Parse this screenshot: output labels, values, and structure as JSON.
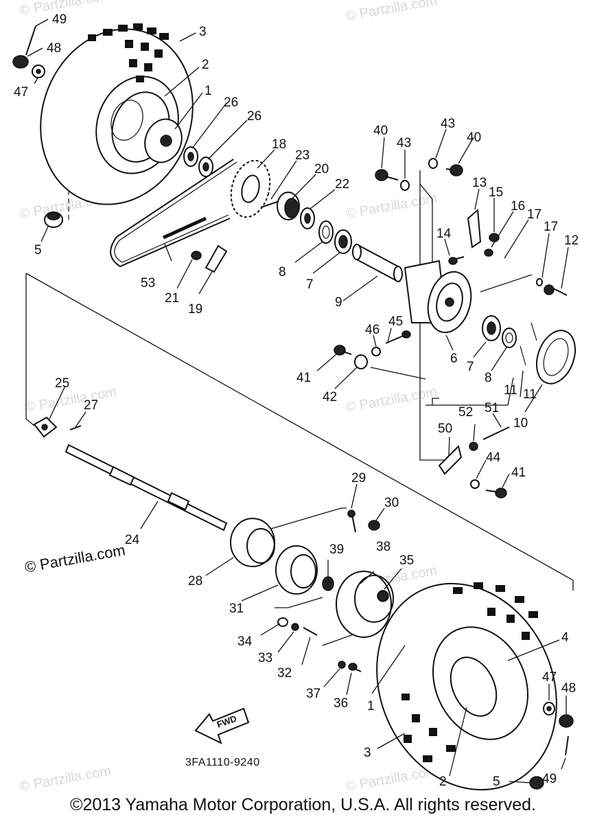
{
  "watermark_text": "© Partzilla.com",
  "copyright": "©2013 Yamaha Motor Corporation, U.S.A. All rights reserved.",
  "drawing_code": "3FA1110-9240",
  "fwd_label": "FWD",
  "callouts": [
    {
      "id": "c49a",
      "text": "49"
    },
    {
      "id": "c48a",
      "text": "48"
    },
    {
      "id": "c47a",
      "text": "47"
    },
    {
      "id": "c3a",
      "text": "3"
    },
    {
      "id": "c2a",
      "text": "2"
    },
    {
      "id": "c1a",
      "text": "1"
    },
    {
      "id": "c26a",
      "text": "26"
    },
    {
      "id": "c26b",
      "text": "26"
    },
    {
      "id": "c5a",
      "text": "5"
    },
    {
      "id": "c18",
      "text": "18"
    },
    {
      "id": "c23",
      "text": "23"
    },
    {
      "id": "c20",
      "text": "20"
    },
    {
      "id": "c22",
      "text": "22"
    },
    {
      "id": "c40a",
      "text": "40"
    },
    {
      "id": "c43a",
      "text": "43"
    },
    {
      "id": "c43b",
      "text": "43"
    },
    {
      "id": "c40b",
      "text": "40"
    },
    {
      "id": "c13",
      "text": "13"
    },
    {
      "id": "c15",
      "text": "15"
    },
    {
      "id": "c16",
      "text": "16"
    },
    {
      "id": "c17a",
      "text": "17"
    },
    {
      "id": "c17b",
      "text": "17"
    },
    {
      "id": "c12",
      "text": "12"
    },
    {
      "id": "c14",
      "text": "14"
    },
    {
      "id": "c53",
      "text": "53"
    },
    {
      "id": "c21",
      "text": "21"
    },
    {
      "id": "c19",
      "text": "19"
    },
    {
      "id": "c8a",
      "text": "8"
    },
    {
      "id": "c7a",
      "text": "7"
    },
    {
      "id": "c9",
      "text": "9"
    },
    {
      "id": "c45",
      "text": "45"
    },
    {
      "id": "c46",
      "text": "46"
    },
    {
      "id": "c41a",
      "text": "41"
    },
    {
      "id": "c42",
      "text": "42"
    },
    {
      "id": "c6",
      "text": "6"
    },
    {
      "id": "c7b",
      "text": "7"
    },
    {
      "id": "c8b",
      "text": "8"
    },
    {
      "id": "c11a",
      "text": "11"
    },
    {
      "id": "c11b",
      "text": "11"
    },
    {
      "id": "c10",
      "text": "10"
    },
    {
      "id": "c25",
      "text": "25"
    },
    {
      "id": "c27",
      "text": "27"
    },
    {
      "id": "c52",
      "text": "52"
    },
    {
      "id": "c51",
      "text": "51"
    },
    {
      "id": "c50",
      "text": "50"
    },
    {
      "id": "c44",
      "text": "44"
    },
    {
      "id": "c41b",
      "text": "41"
    },
    {
      "id": "c29",
      "text": "29"
    },
    {
      "id": "c30",
      "text": "30"
    },
    {
      "id": "c24",
      "text": "24"
    },
    {
      "id": "c39",
      "text": "39"
    },
    {
      "id": "c38",
      "text": "38"
    },
    {
      "id": "c35",
      "text": "35"
    },
    {
      "id": "c28",
      "text": "28"
    },
    {
      "id": "c31",
      "text": "31"
    },
    {
      "id": "c34",
      "text": "34"
    },
    {
      "id": "c33",
      "text": "33"
    },
    {
      "id": "c32",
      "text": "32"
    },
    {
      "id": "c37",
      "text": "37"
    },
    {
      "id": "c36",
      "text": "36"
    },
    {
      "id": "c1b",
      "text": "1"
    },
    {
      "id": "c4",
      "text": "4"
    },
    {
      "id": "c47b",
      "text": "47"
    },
    {
      "id": "c48b",
      "text": "48"
    },
    {
      "id": "c3b",
      "text": "3"
    },
    {
      "id": "c2b",
      "text": "2"
    },
    {
      "id": "c5b",
      "text": "5"
    },
    {
      "id": "c49b",
      "text": "49"
    }
  ]
}
